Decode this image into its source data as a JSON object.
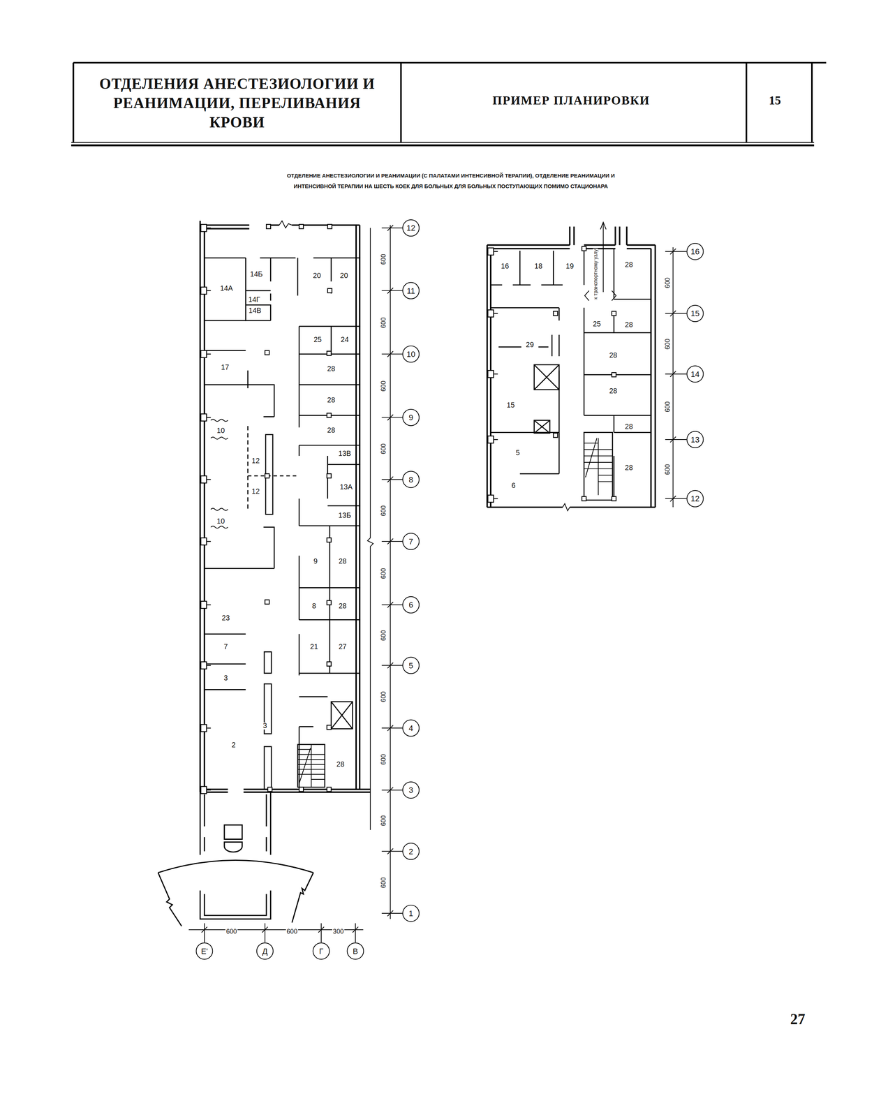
{
  "diagram": {
    "title": "ОТДЕЛЕНИЯ АНЕСТЕЗИОЛОГИИ И РЕАНИМАЦИИ, ПЕРЕЛИВАНИЯ КРОВИ",
    "caption": "ОТДЕЛЕНИЕ АНЕСТЕЗИОЛОГИИ И РЕАНИМАЦИИ (С ПАЛАТАМИ ИНТЕНСИВНОЙ ТЕРАПИИ), ОТДЕЛЕНИЕ РЕАНИМАЦИИ И ИНТЕНСИВНОЙ ТЕРАПИИ НА ШЕСТЬ КОЕК ДЛЯ БОЛЬНЫХ ДЛЯ БОЛЬНЫХ ПОСТУПАЮЩИХ ПОМИМО СТАЦИОНАРА",
    "nodes": [
      {
        "text": [
          "12"
        ]
      },
      {
        "text": [
          "11"
        ]
      },
      {
        "text": [
          "10"
        ]
      },
      {
        "text": [
          "9"
        ]
      },
      {
        "text": [
          "8"
        ]
      },
      {
        "text": [
          "7"
        ]
      },
      {
        "text": [
          "6"
        ]
      },
      {
        "text": [
          "5"
        ]
      },
      {
        "text": [
          "4"
        ]
      },
      {
        "text": [
          "3"
        ]
      },
      {
        "text": [
          "2"
        ]
      },
      {
        "text": [
          "1"
        ]
      },
      {
        "text": [
          "16"
        ]
      },
      {
        "text": [
          "15"
        ]
      },
      {
        "text": [
          "14"
        ]
      },
      {
        "text": [
          "13"
        ]
      },
      {
        "text": [
          "12"
        ]
      },
      {
        "text": [
          "Е'"
        ]
      },
      {
        "text": [
          "Д"
        ]
      },
      {
        "text": [
          "Г"
        ]
      },
      {
        "text": [
          "В"
        ]
      }
    ],
    "labels": [
      "14А",
      "14Б",
      "14Г",
      "14В",
      "20",
      "20",
      "25",
      "24",
      "28",
      "17",
      "28",
      "10",
      "28",
      "13В",
      "12",
      "13А",
      "12",
      "13Б",
      "10",
      "9",
      "28",
      "8",
      "28",
      "23",
      "7",
      "21",
      "27",
      "3",
      "3",
      "2",
      "28",
      "600",
      "600",
      "600",
      "600",
      "600",
      "600",
      "600",
      "600",
      "600",
      "600",
      "600",
      "600",
      "600",
      "300",
      "16",
      "18",
      "19",
      "28",
      "25",
      "28",
      "29",
      "28",
      "28",
      "15",
      "28",
      "5",
      "28",
      "6",
      "600",
      "600",
      "600",
      "600",
      "к транспортному узлу",
      "ПРИМЕР ПЛАНИРОВКИ",
      "15",
      "27"
    ]
  }
}
